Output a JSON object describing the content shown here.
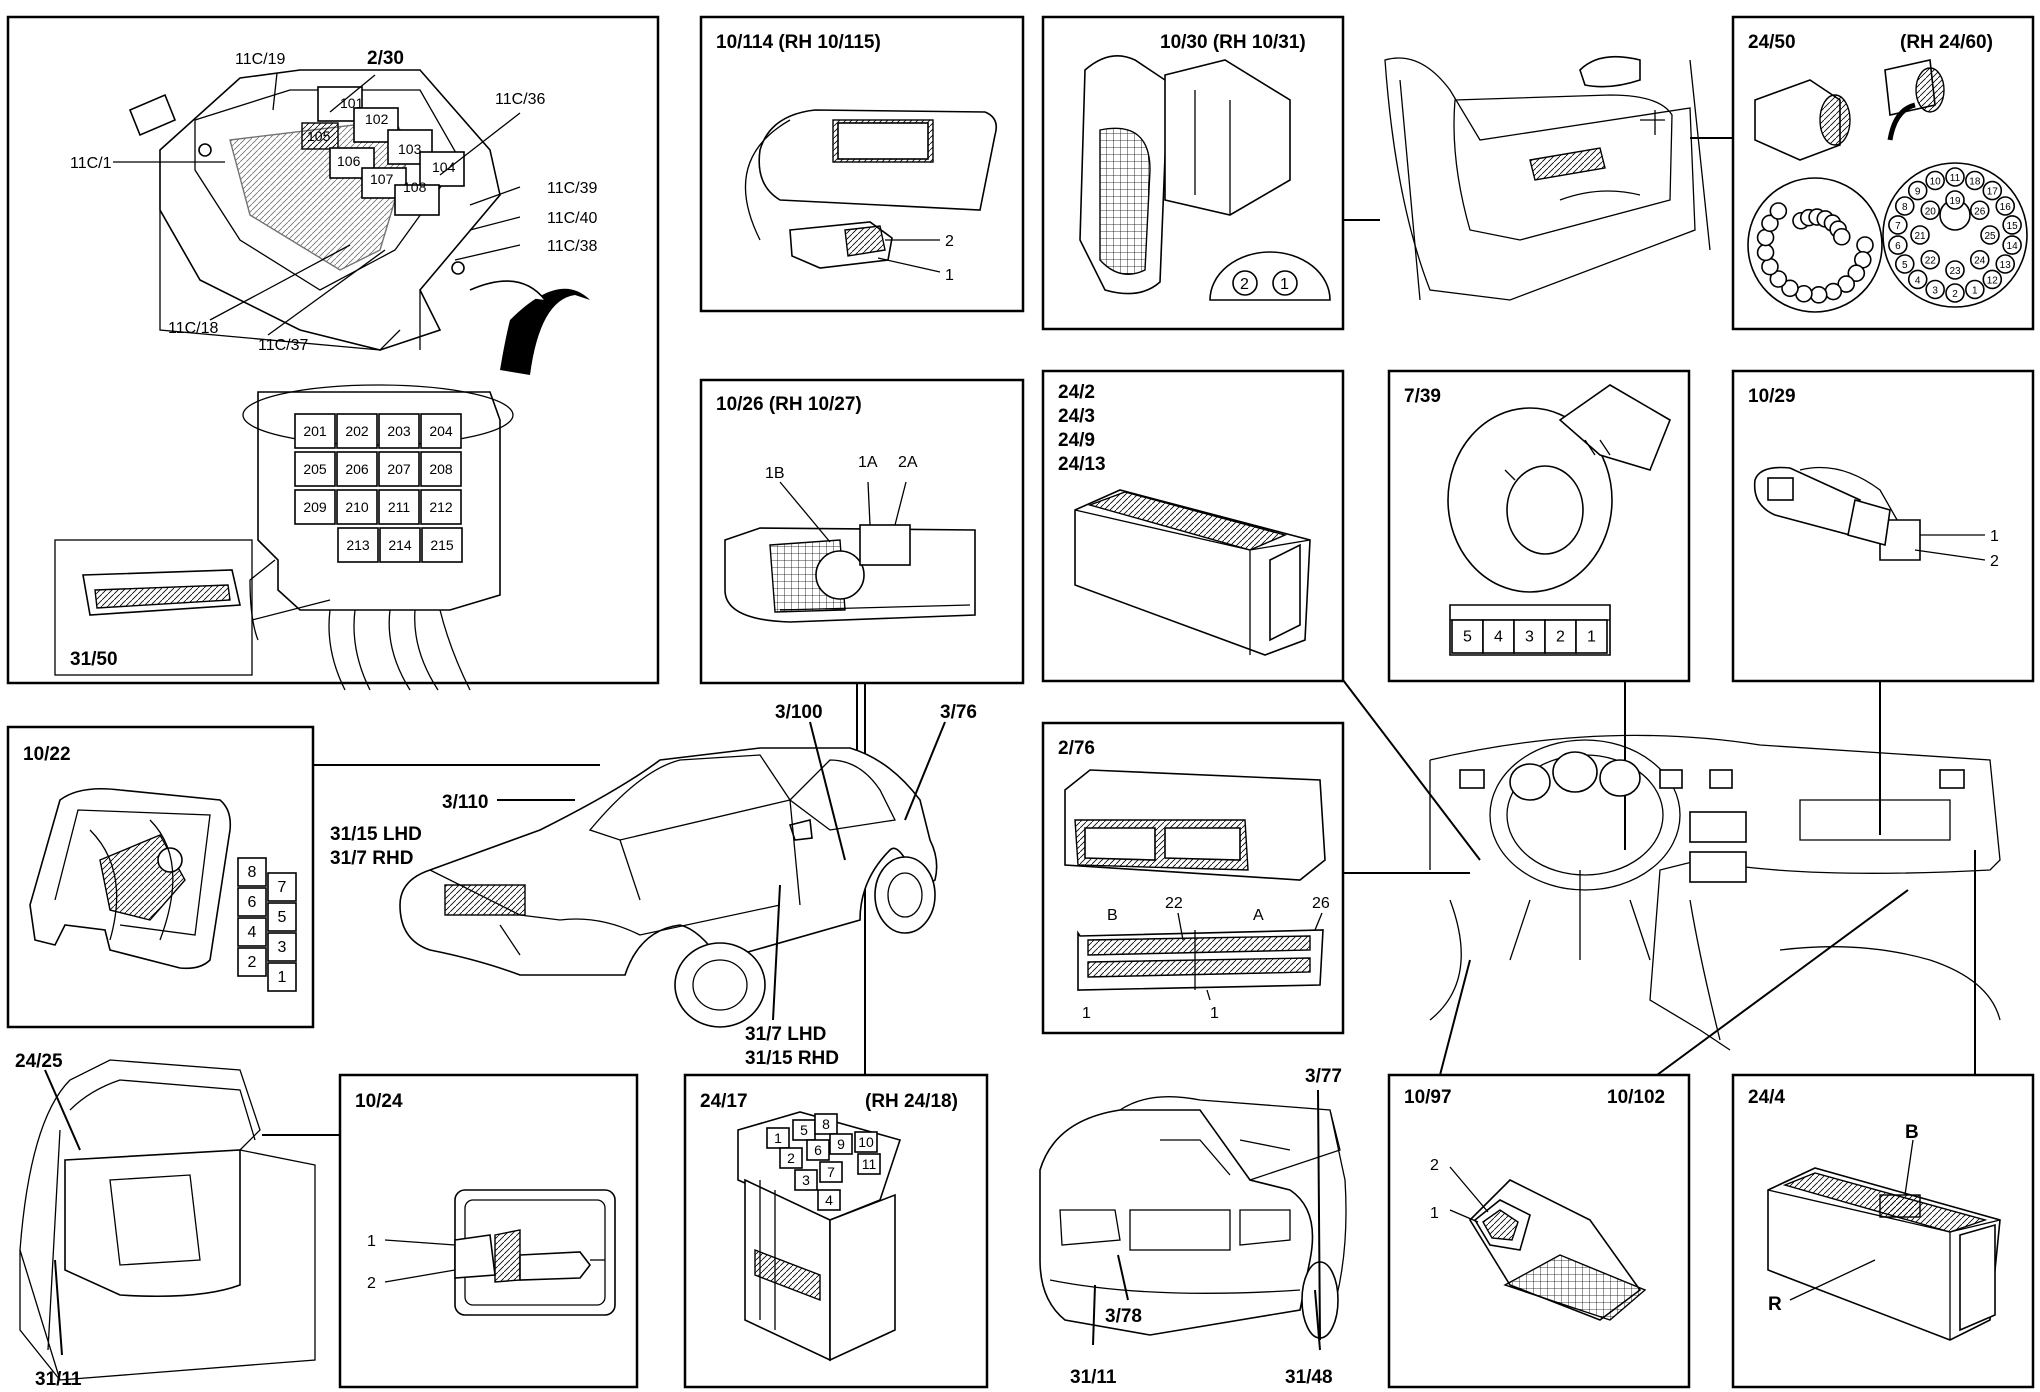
{
  "panels": {
    "fusebox": {
      "connectors": [
        "11C/19",
        "2/30",
        "11C/36",
        "11C/1",
        "11C/39",
        "11C/40",
        "11C/38",
        "11C/18",
        "11C/37"
      ],
      "relays": [
        "101",
        "102",
        "103",
        "104",
        "105",
        "106",
        "107",
        "108"
      ],
      "lower_relays": [
        "201",
        "202",
        "203",
        "204",
        "205",
        "206",
        "207",
        "208",
        "209",
        "210",
        "211",
        "212",
        "213",
        "214",
        "215"
      ],
      "bottom_label": "31/50"
    },
    "p10_114": {
      "title": "10/114 (RH 10/115)",
      "pins": [
        "2",
        "1"
      ]
    },
    "p10_30": {
      "title": "10/30 (RH 10/31)",
      "pins": [
        "2",
        "1"
      ]
    },
    "p24_50": {
      "title": "24/50",
      "title_rh": "(RH 24/60)",
      "left_pins": [],
      "right_pins": [
        "11",
        "10",
        "9",
        "8",
        "7",
        "6",
        "5",
        "4",
        "3",
        "2",
        "1",
        "12",
        "13",
        "14",
        "15",
        "16",
        "17",
        "18",
        "19",
        "20",
        "21",
        "22",
        "23",
        "24",
        "25",
        "26"
      ]
    },
    "p10_26": {
      "title": "10/26 (RH 10/27)",
      "labels": [
        "1B",
        "1A",
        "2A"
      ]
    },
    "p24_2": {
      "titles": [
        "24/2",
        "24/3",
        "24/9",
        "24/13"
      ]
    },
    "p7_39": {
      "title": "7/39",
      "pins": [
        "5",
        "4",
        "3",
        "2",
        "1"
      ]
    },
    "p10_29": {
      "title": "10/29",
      "pins": [
        "1",
        "2"
      ]
    },
    "p10_22": {
      "title": "10/22",
      "pins": [
        "8",
        "7",
        "6",
        "5",
        "4",
        "3",
        "2",
        "1"
      ]
    },
    "p2_76": {
      "title": "2/76",
      "labels": [
        "B",
        "22",
        "A",
        "26",
        "1",
        "1"
      ]
    },
    "p24_25": {
      "title": "24/25",
      "bottom": "31/11"
    },
    "p10_24": {
      "title": "10/24",
      "pins": [
        "1",
        "2"
      ]
    },
    "p24_17": {
      "title": "24/17",
      "title_rh": "(RH 24/18)",
      "pins": [
        "1",
        "5",
        "8",
        "2",
        "6",
        "9",
        "10",
        "3",
        "7",
        "11",
        "4"
      ]
    },
    "p10_97": {
      "title": "10/97",
      "title_b": "10/102",
      "pins": [
        "2",
        "1"
      ]
    },
    "p24_4": {
      "title": "24/4",
      "labels": [
        "B",
        "R"
      ]
    }
  },
  "car_labels": {
    "c3_100": "3/100",
    "c3_76": "3/76",
    "c3_110": "3/110",
    "c31_15_lhd": "31/15 LHD",
    "c31_7_rhd": "31/7 RHD",
    "c31_7_lhd": "31/7 LHD",
    "c31_15_rhd": "31/15 RHD"
  },
  "rear_labels": {
    "c3_77": "3/77",
    "c31_11": "31/11",
    "c3_78": "3/78",
    "c31_48": "31/48"
  }
}
